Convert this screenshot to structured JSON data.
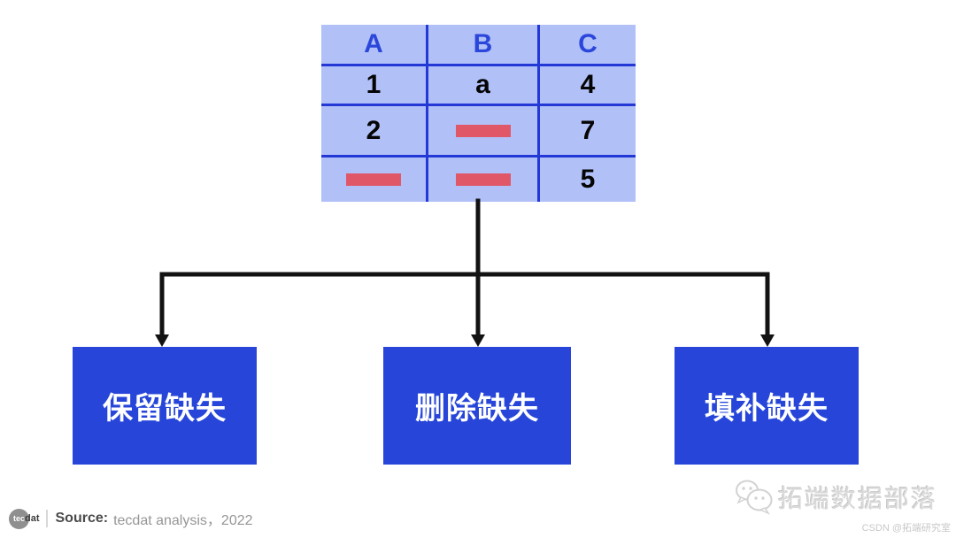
{
  "table": {
    "headers": [
      "A",
      "B",
      "C"
    ],
    "rows": [
      [
        "1",
        "a",
        "4"
      ],
      [
        "2",
        null,
        "7"
      ],
      [
        null,
        null,
        "5"
      ]
    ],
    "missing_marker": "red-bar",
    "colors": {
      "background": "#b1c0f7",
      "grid": "#2438d6",
      "header_text": "#2b46da",
      "missing_bar": "#e05868"
    }
  },
  "flowchart": {
    "boxes": [
      {
        "label": "保留缺失"
      },
      {
        "label": "删除缺失"
      },
      {
        "label": "填补缺失"
      }
    ],
    "colors": {
      "box": "#2746d9",
      "box_text": "#ffffff",
      "arrow": "#121212"
    }
  },
  "footer": {
    "logo": {
      "circle_text": "tec",
      "side_text": "dat"
    },
    "source_label": "Source:",
    "source_text": "tecdat analysis，2022"
  },
  "watermark": {
    "brand_text": "拓端数据部落",
    "csdn_text": "CSDN @拓端研究室"
  }
}
